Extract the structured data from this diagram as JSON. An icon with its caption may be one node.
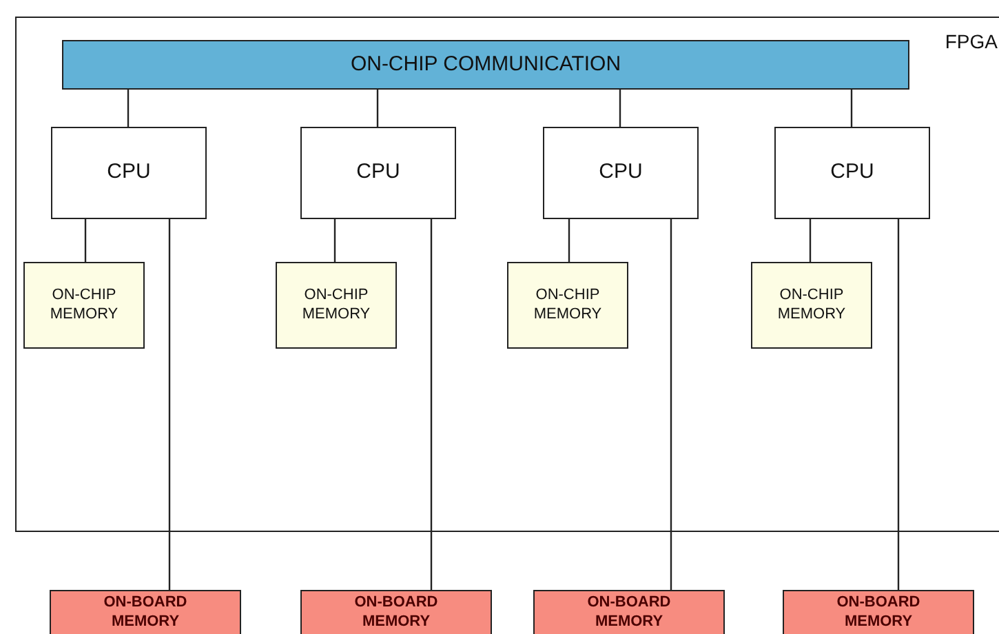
{
  "diagram": {
    "nodes": [
      {
        "text": [
          "FPGA"
        ]
      },
      {
        "text": [
          "ON-CHIP COMMUNICATION"
        ],
        "in": 0
      },
      {
        "text": [
          "CPU"
        ],
        "in": 0
      },
      {
        "text": [
          "CPU"
        ],
        "in": 0
      },
      {
        "text": [
          "CPU"
        ],
        "in": 0
      },
      {
        "text": [
          "CPU"
        ],
        "in": 0
      },
      {
        "text": [
          "ON-CHIP MEMORY"
        ],
        "in": 0
      },
      {
        "text": [
          "ON-CHIP MEMORY"
        ],
        "in": 0
      },
      {
        "text": [
          "ON-CHIP MEMORY"
        ],
        "in": 0
      },
      {
        "text": [
          "ON-CHIP MEMORY"
        ],
        "in": 0
      },
      {
        "text": [
          "ON-BOARD MEMORY"
        ]
      },
      {
        "text": [
          "ON-BOARD MEMORY"
        ]
      },
      {
        "text": [
          "ON-BOARD MEMORY"
        ]
      },
      {
        "text": [
          "ON-BOARD MEMORY"
        ]
      }
    ],
    "edges": [
      {
        "from": 1,
        "to": 2,
        "arrow": "none"
      },
      {
        "from": 1,
        "to": 3,
        "arrow": "none"
      },
      {
        "from": 1,
        "to": 4,
        "arrow": "none"
      },
      {
        "from": 1,
        "to": 5,
        "arrow": "none"
      },
      {
        "from": 2,
        "to": 6,
        "arrow": "none"
      },
      {
        "from": 3,
        "to": 7,
        "arrow": "none"
      },
      {
        "from": 4,
        "to": 8,
        "arrow": "none"
      },
      {
        "from": 5,
        "to": 9,
        "arrow": "none"
      },
      {
        "from": 2,
        "to": 10,
        "arrow": "none"
      },
      {
        "from": 3,
        "to": 11,
        "arrow": "none"
      },
      {
        "from": 4,
        "to": 12,
        "arrow": "none"
      },
      {
        "from": 5,
        "to": 13,
        "arrow": "none"
      }
    ]
  }
}
